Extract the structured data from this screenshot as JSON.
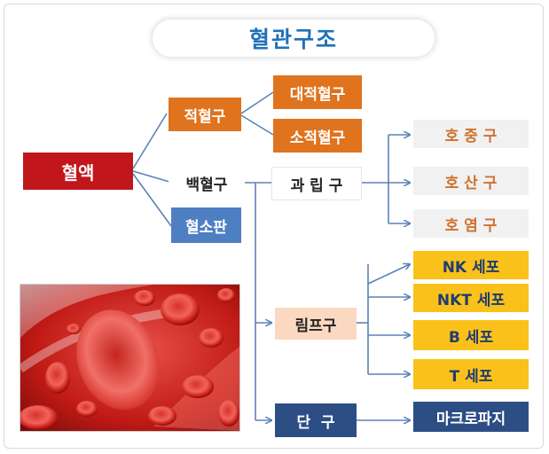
{
  "title": "혈관구조",
  "nodes": {
    "blood": "혈액",
    "rbc": "적혈구",
    "wbc": "백혈구",
    "platelet": "혈소판",
    "macrocyte": "대적혈구",
    "microcyte": "소적혈구",
    "granulocyte": "과 립 구",
    "neutrophil": "호 중 구",
    "basophil": "호 산 구",
    "eosinophil": "호 염 구",
    "lymphocyte": "림프구",
    "nk_cell": "NK 세포",
    "nkt_cell": "NKT 세포",
    "b_cell": "B 세포",
    "t_cell": "T 세포",
    "monocyte": "단  구",
    "macrophage": "마크로파지"
  },
  "colors": {
    "title": "#1f72b8",
    "blood": "#c0161c",
    "orange": "#e0731d",
    "blue": "#4f7fc3",
    "navy": "#2c4e85",
    "yellow": "#fbc11b",
    "connector": "#5b82b8"
  },
  "image": {
    "semantic": "red-blood-cells-illustration"
  }
}
